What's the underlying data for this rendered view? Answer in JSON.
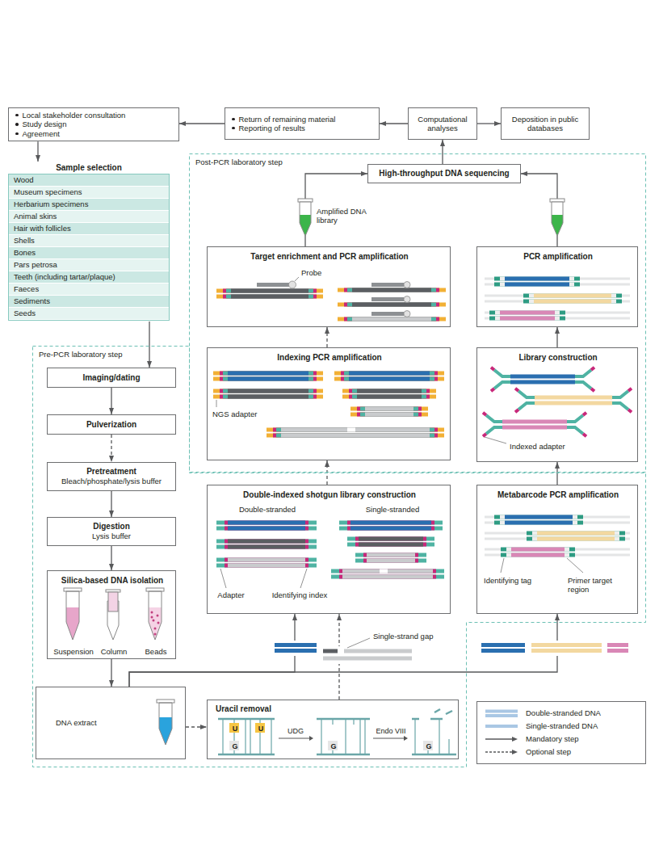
{
  "diagram": {
    "nodes": [
      {
        "text": [
          "Local stakeholder consultation",
          "Study design",
          "Agreement"
        ]
      },
      {
        "text": [
          "Return of remaining material",
          "Reporting of results"
        ]
      },
      {
        "text": [
          "Computational analyses"
        ]
      },
      {
        "text": [
          "Deposition in public databases"
        ]
      },
      {
        "text": [
          "Sample selection",
          "Wood",
          "Museum specimens",
          "Herbarium specimens",
          "Animal skins",
          "Hair with follicles",
          "Shells",
          "Bones",
          "Pars petrosa",
          "Teeth (including tartar/plaque)",
          "Faeces",
          "Sediments",
          "Seeds"
        ]
      },
      {
        "text": [
          "Post-PCR laboratory step"
        ]
      },
      {
        "text": [
          "High-throughput DNA sequencing"
        ],
        "in": 5
      },
      {
        "text": [
          "Target enrichment and PCR amplification",
          "Probe"
        ],
        "in": 5
      },
      {
        "text": [
          "PCR amplification"
        ],
        "in": 5
      },
      {
        "text": [
          "Indexing PCR amplification",
          "NGS adapter"
        ],
        "in": 5
      },
      {
        "text": [
          "Library construction",
          "Indexed adapter"
        ],
        "in": 5
      },
      {
        "text": [
          "Pre-PCR laboratory step"
        ]
      },
      {
        "text": [
          "Imaging/dating"
        ],
        "in": 11
      },
      {
        "text": [
          "Pulverization"
        ],
        "in": 11
      },
      {
        "text": [
          "Pretreatment",
          "Bleach/phosphate/lysis buffer"
        ],
        "in": 11
      },
      {
        "text": [
          "Digestion",
          "Lysis buffer"
        ],
        "in": 11
      },
      {
        "text": [
          "Double-indexed shotgun library construction",
          "Double-stranded",
          "Single-stranded",
          "Adapter",
          "Identifying index"
        ],
        "in": 11
      },
      {
        "text": [
          "Metabarcode PCR amplification",
          "Identifying tag",
          "Primer target region"
        ],
        "in": 11
      },
      {
        "text": [
          "Silica-based DNA isolation",
          "Suspension",
          "Column",
          "Beads"
        ],
        "in": 11
      },
      {
        "text": [
          "DNA extract"
        ],
        "in": 11
      },
      {
        "text": [
          "Uracil removal",
          "U",
          "U",
          "G",
          "UDG",
          "G",
          "Endo VIII",
          "G"
        ],
        "in": 11
      }
    ],
    "edges": [
      {
        "from": 1,
        "to": 0,
        "arrow": "to"
      },
      {
        "from": 2,
        "to": 1,
        "arrow": "to"
      },
      {
        "from": 2,
        "to": 3,
        "arrow": "to"
      },
      {
        "from": 0,
        "to": 4,
        "arrow": "to"
      },
      {
        "from": 6,
        "to": 2,
        "arrow": "to"
      },
      {
        "from": 7,
        "to": 6,
        "arrow": "to"
      },
      {
        "from": 8,
        "to": 6,
        "arrow": "to"
      },
      {
        "from": 9,
        "to": 7,
        "arrow": "to"
      },
      {
        "from": 10,
        "to": 8,
        "arrow": "to"
      },
      {
        "from": 4,
        "to": 12,
        "arrow": "to"
      },
      {
        "from": 12,
        "to": 13,
        "arrow": "to"
      },
      {
        "from": 13,
        "to": 14,
        "arrow": "to"
      },
      {
        "from": 14,
        "to": 15,
        "arrow": "to"
      },
      {
        "from": 15,
        "to": 18,
        "arrow": "to"
      },
      {
        "from": 18,
        "to": 19,
        "arrow": "to"
      },
      {
        "from": 19,
        "to": 20,
        "arrow": "to"
      },
      {
        "from": 19,
        "to": 16,
        "arrow": "to"
      },
      {
        "from": 19,
        "to": 17,
        "arrow": "to"
      },
      {
        "from": 20,
        "to": 16,
        "arrow": "to"
      },
      {
        "from": 16,
        "to": 9,
        "arrow": "to"
      },
      {
        "from": 17,
        "to": 10,
        "arrow": "to"
      }
    ],
    "labels": [
      "Amplified DNA library",
      "Single-strand gap"
    ],
    "legend": [
      {
        "text": "Double-stranded DNA"
      },
      {
        "text": "Single-stranded DNA"
      },
      {
        "text": "Mandatory step"
      },
      {
        "text": "Optional step"
      }
    ]
  }
}
